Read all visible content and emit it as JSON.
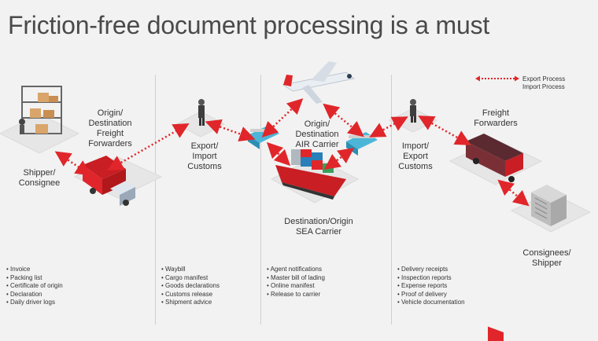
{
  "title": "Friction-free document processing is a must",
  "legend": {
    "export": "Export Process",
    "import": "Import Process"
  },
  "labels": {
    "shipper": "Shipper/\nConsignee",
    "origin_ff": "Origin/\nDestination\nFreight\nForwarders",
    "export_customs": "Export/\nImport\nCustoms",
    "air_carrier": "Origin/\nDestination\nAIR Carrier",
    "sea_carrier": "Destination/Origin\nSEA Carrier",
    "import_customs": "Import/\nExport\nCustoms",
    "freight_forwarders": "Freight\nForwarders",
    "consignees": "Consignees/\nShipper"
  },
  "docs": {
    "col1": [
      "Invoice",
      "Packing list",
      "Certificate of origin",
      "Declaration",
      "Daily driver logs"
    ],
    "col2": [
      "Waybill",
      "Cargo manifest",
      "Goods declarations",
      "Customs release",
      "Shipment advice"
    ],
    "col3": [
      "Agent notifications",
      "Master bill of lading",
      "Online manifest",
      "Release to carrier"
    ],
    "col4": [
      "Delivery receipts",
      "Inspection reports",
      "Expense reports",
      "Proof of delivery",
      "Vehicle documentation"
    ]
  },
  "colors": {
    "accent": "#e0262a",
    "text": "#333333",
    "platform": "#e6e6e6"
  }
}
